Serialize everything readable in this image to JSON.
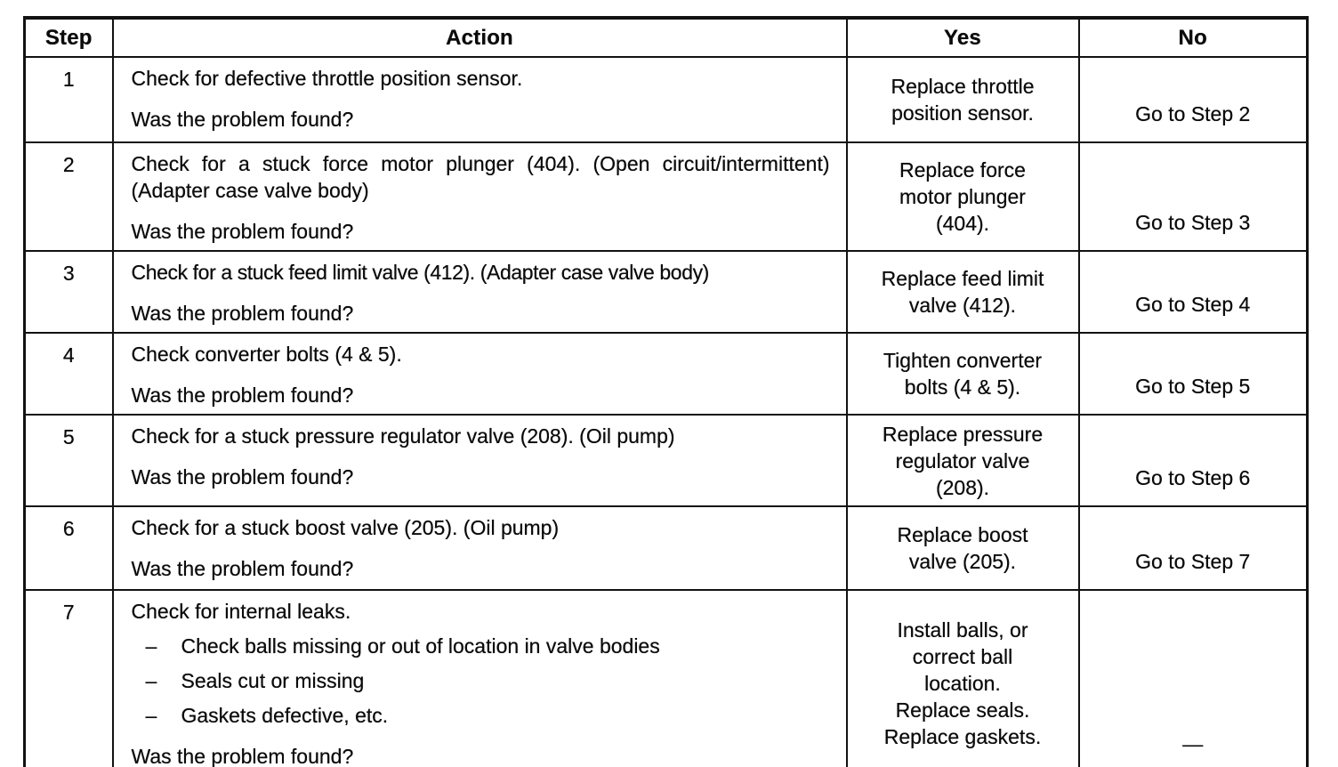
{
  "page": {
    "background_color": "#ffffff",
    "ink_color": "#0b0b0b"
  },
  "table": {
    "headers": [
      "Step",
      "Action",
      "Yes",
      "No"
    ],
    "question": "Was the problem found?",
    "rows": [
      {
        "step": "1",
        "action": "Check for defective throttle position sensor.",
        "question": "Was the problem found?",
        "yes": "Replace throttle\nposition sensor.",
        "no": "Go to Step 2"
      },
      {
        "step": "2",
        "action": "Check for a stuck force motor plunger (404). (Open circuit/intermittent) (Adapter case valve body)",
        "question": "Was the problem found?",
        "yes": "Replace force\nmotor plunger\n(404).",
        "no": "Go to Step 3"
      },
      {
        "step": "3",
        "action": "Check for a stuck feed limit valve (412). (Adapter case valve body)",
        "question": "Was the problem found?",
        "yes": "Replace feed limit\nvalve (412).",
        "no": "Go to Step 4"
      },
      {
        "step": "4",
        "action": "Check converter bolts (4 & 5).",
        "question": "Was the problem found?",
        "yes": "Tighten converter\nbolts (4 & 5).",
        "no": "Go to Step 5"
      },
      {
        "step": "5",
        "action": "Check for a stuck pressure regulator valve (208). (Oil pump)",
        "question": "Was the problem found?",
        "yes": "Replace pressure\nregulator valve\n(208).",
        "no": "Go to Step 6"
      },
      {
        "step": "6",
        "action": "Check for a stuck boost valve (205). (Oil pump)",
        "question": "Was the problem found?",
        "yes": "Replace boost\nvalve (205).",
        "no": "Go to Step 7"
      },
      {
        "step": "7",
        "action": "Check for internal leaks.",
        "bullet_dash": "–",
        "bullets": [
          "Check balls missing or out of location in valve bodies",
          "Seals cut or missing",
          "Gaskets defective, etc."
        ],
        "question": "Was the problem found?",
        "yes": "Install balls, or\ncorrect ball\nlocation.\nReplace seals.\nReplace gaskets.",
        "no": "—"
      }
    ]
  }
}
